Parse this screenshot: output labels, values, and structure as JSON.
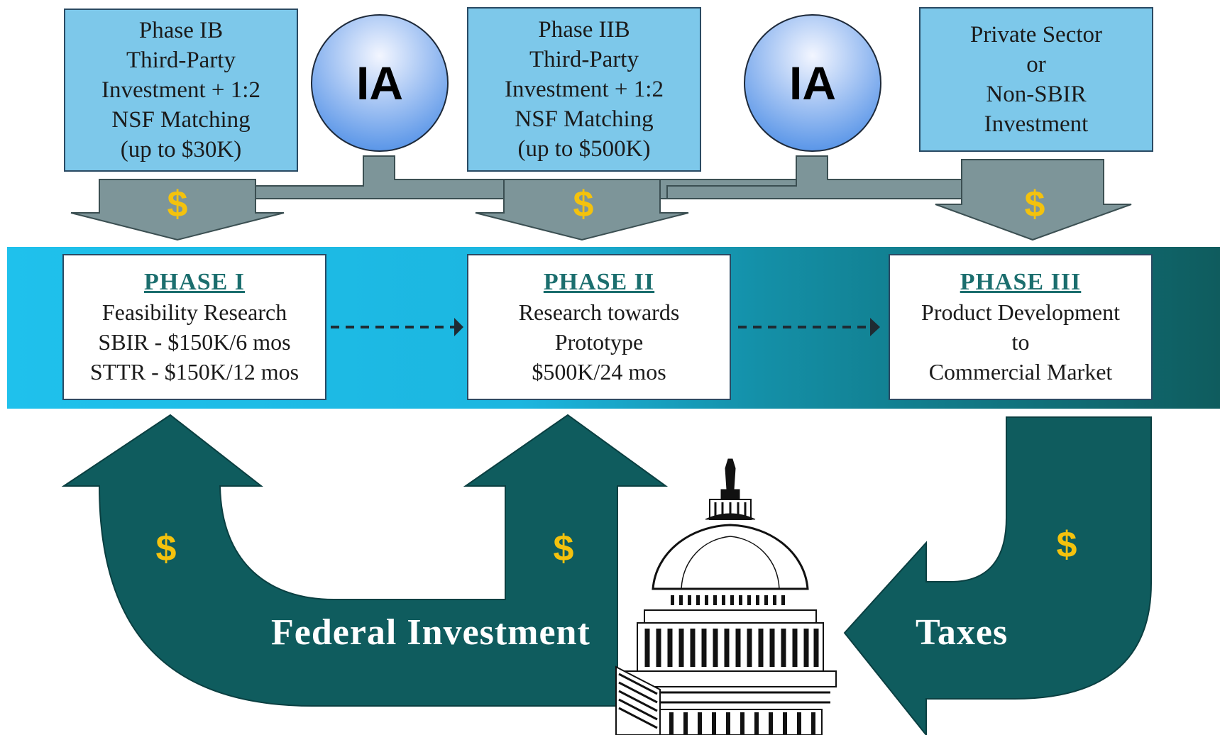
{
  "top_boxes": [
    {
      "lines": [
        "Phase IB",
        "Third-Party",
        "Investment + 1:2",
        "NSF Matching",
        "(up to $30K)"
      ]
    },
    {
      "lines": [
        "Phase IIB",
        "Third-Party",
        "Investment + 1:2",
        "NSF Matching",
        "(up to $500K)"
      ]
    },
    {
      "lines": [
        "Private Sector",
        "or",
        "Non-SBIR",
        "Investment"
      ]
    }
  ],
  "ia_label": "IA",
  "dollar_symbol": "$",
  "phases": [
    {
      "title": "PHASE I",
      "lines": [
        "Feasibility Research",
        "SBIR - $150K/6 mos",
        "STTR - $150K/12 mos"
      ]
    },
    {
      "title": "PHASE II",
      "lines": [
        "Research towards",
        "Prototype",
        "$500K/24 mos"
      ]
    },
    {
      "title": "PHASE III",
      "lines": [
        "Product Development",
        "to",
        "Commercial Market"
      ]
    }
  ],
  "bottom": {
    "federal_investment": "Federal Investment",
    "taxes": "Taxes"
  },
  "colors": {
    "light_blue": "#7dc8ea",
    "band_start": "#1fc1ec",
    "band_end": "#0f5c5e",
    "dark_teal": "#0f5c5e",
    "gray_arrow": "#7d9599",
    "dollar": "#f4c20d"
  },
  "icons": [
    "capitol-dome-icon"
  ]
}
